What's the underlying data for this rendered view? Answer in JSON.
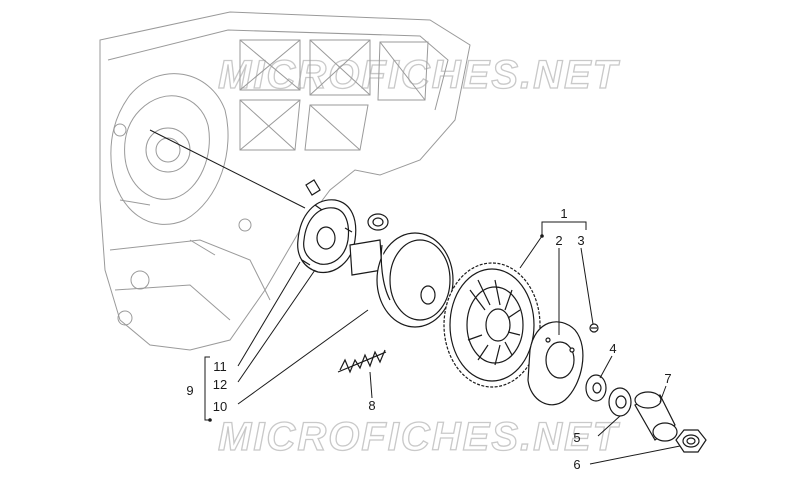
{
  "watermark": {
    "top": "MICROFICHES.NET",
    "bottom": "MICROFICHES.NET"
  },
  "callouts": [
    {
      "id": "c1",
      "label": "1"
    },
    {
      "id": "c2",
      "label": "2"
    },
    {
      "id": "c3",
      "label": "3"
    },
    {
      "id": "c4",
      "label": "4"
    },
    {
      "id": "c5",
      "label": "5"
    },
    {
      "id": "c6",
      "label": "6"
    },
    {
      "id": "c7",
      "label": "7"
    },
    {
      "id": "c8",
      "label": "8"
    },
    {
      "id": "c9",
      "label": "9"
    },
    {
      "id": "c10",
      "label": "10"
    },
    {
      "id": "c11",
      "label": "11"
    },
    {
      "id": "c12",
      "label": "12"
    }
  ],
  "parts": [
    {
      "name": "engine-crankcase-outline"
    },
    {
      "name": "variator-ramp-plate"
    },
    {
      "name": "bushing"
    },
    {
      "name": "driven-pulley-half"
    },
    {
      "name": "cooling-fan-pulley"
    },
    {
      "name": "washer-plate"
    },
    {
      "name": "screw"
    },
    {
      "name": "spacer-washer"
    },
    {
      "name": "thin-washer"
    },
    {
      "name": "bush-sleeve"
    },
    {
      "name": "nut"
    },
    {
      "name": "spring"
    }
  ],
  "colors": {
    "parts": "#1a1a1a",
    "crankcase": "#9a9a9a",
    "watermark": "#c9c9c9"
  }
}
